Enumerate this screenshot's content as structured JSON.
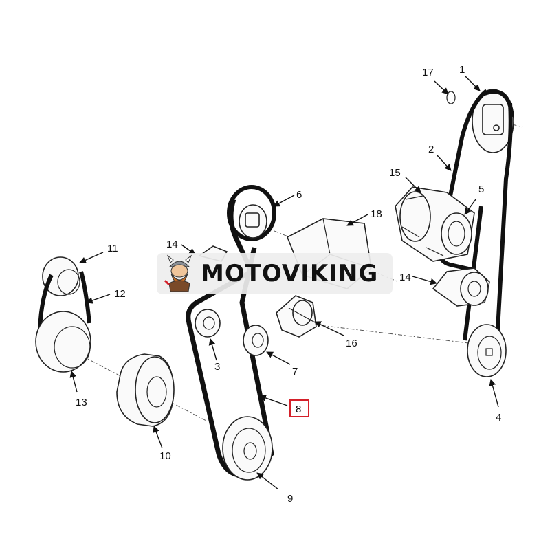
{
  "diagram": {
    "callouts": {
      "c1": "1",
      "c2": "2",
      "c3": "3",
      "c4": "4",
      "c5": "5",
      "c6": "6",
      "c7": "7",
      "c8": "8",
      "c9": "9",
      "c10": "10",
      "c11": "11",
      "c12": "12",
      "c13": "13",
      "c14a": "14",
      "c14b": "14",
      "c15": "15",
      "c16": "16",
      "c17": "17",
      "c18": "18"
    },
    "highlighted_callout": "8",
    "colors": {
      "highlight": "#d4202a",
      "line": "#111111",
      "watermark_bg": "#eeeeee"
    }
  },
  "watermark": {
    "text": "MOTOVIKING",
    "mascot_icon": "viking-mascot-icon"
  }
}
